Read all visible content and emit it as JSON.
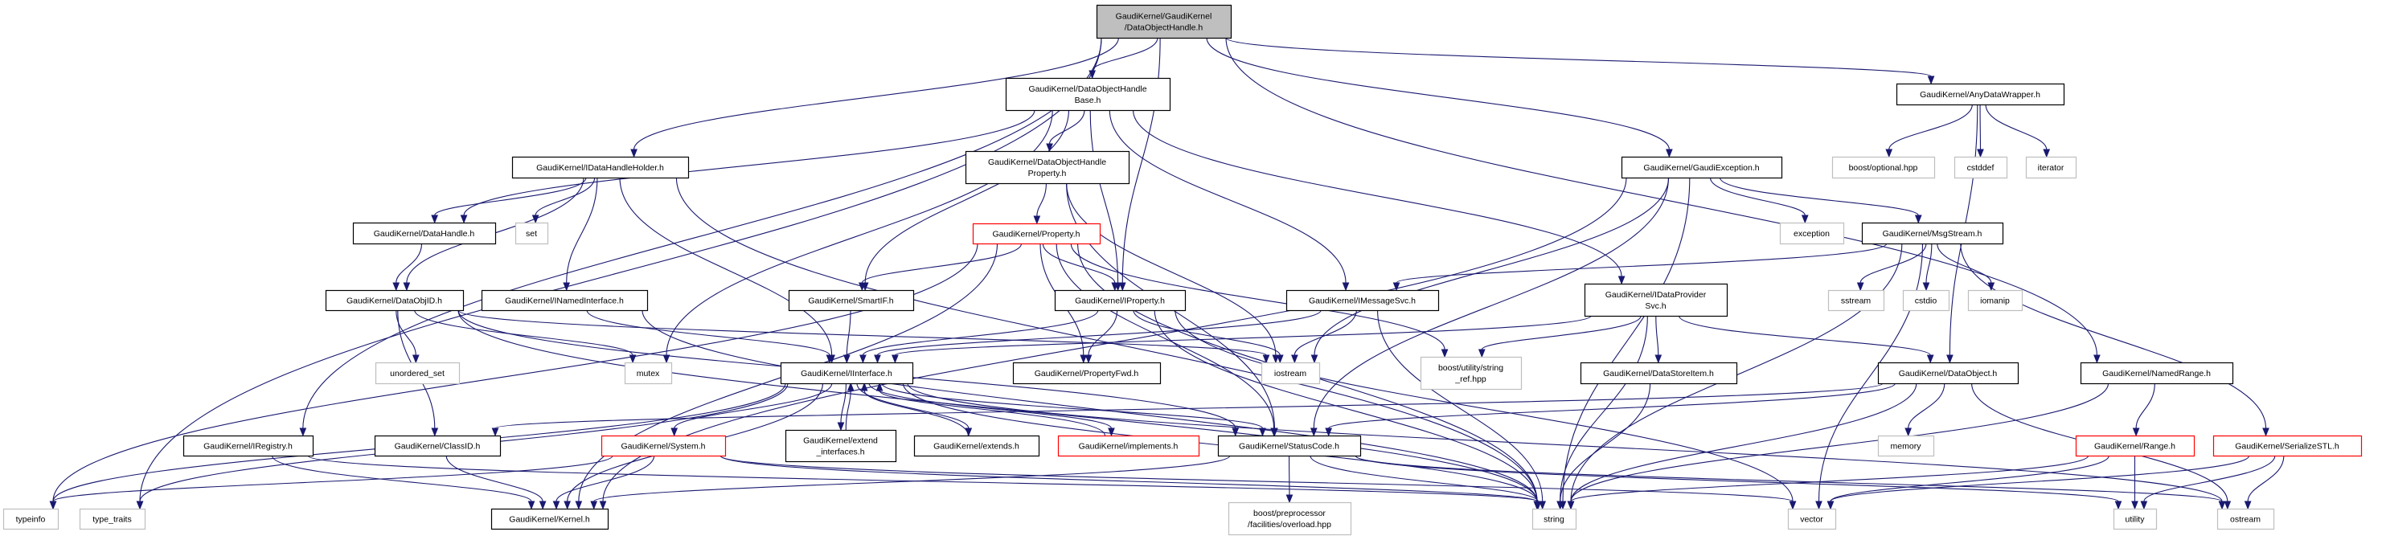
{
  "colors": {
    "edge": "#191970",
    "root_fill": "#bfbfbf",
    "internal_border": "#000000",
    "external_border": "#bfbfbf",
    "truncated_border": "#ff0000"
  },
  "nodes": [
    {
      "id": "root",
      "kind": "root",
      "lines": [
        "GaudiKernel/GaudiKernel",
        "/DataObjectHandle.h"
      ]
    },
    {
      "id": "dohbase",
      "kind": "internal",
      "lines": [
        "GaudiKernel/DataObjectHandle",
        "Base.h"
      ]
    },
    {
      "id": "dohprop",
      "kind": "internal",
      "lines": [
        "GaudiKernel/DataObjectHandle",
        "Property.h"
      ]
    },
    {
      "id": "property",
      "kind": "truncated",
      "lines": [
        "GaudiKernel/Property.h"
      ]
    },
    {
      "id": "idhh",
      "kind": "internal",
      "lines": [
        "GaudiKernel/IDataHandleHolder.h"
      ]
    },
    {
      "id": "datahandle",
      "kind": "internal",
      "lines": [
        "GaudiKernel/DataHandle.h"
      ]
    },
    {
      "id": "set",
      "kind": "external",
      "lines": [
        "set"
      ]
    },
    {
      "id": "gexc",
      "kind": "internal",
      "lines": [
        "GaudiKernel/GaudiException.h"
      ]
    },
    {
      "id": "adw",
      "kind": "internal",
      "lines": [
        "GaudiKernel/AnyDataWrapper.h"
      ]
    },
    {
      "id": "boostopt",
      "kind": "external",
      "lines": [
        "boost/optional.hpp"
      ]
    },
    {
      "id": "cstddef",
      "kind": "external",
      "lines": [
        "cstddef"
      ]
    },
    {
      "id": "iterator",
      "kind": "external",
      "lines": [
        "iterator"
      ]
    },
    {
      "id": "exception",
      "kind": "external",
      "lines": [
        "exception"
      ]
    },
    {
      "id": "msgstream",
      "kind": "internal",
      "lines": [
        "GaudiKernel/MsgStream.h"
      ]
    },
    {
      "id": "dataobjid",
      "kind": "internal",
      "lines": [
        "GaudiKernel/DataObjID.h"
      ]
    },
    {
      "id": "inamed",
      "kind": "internal",
      "lines": [
        "GaudiKernel/INamedInterface.h"
      ]
    },
    {
      "id": "smartif",
      "kind": "internal",
      "lines": [
        "GaudiKernel/SmartIF.h"
      ]
    },
    {
      "id": "iproperty",
      "kind": "internal",
      "lines": [
        "GaudiKernel/IProperty.h"
      ]
    },
    {
      "id": "imsgsvc",
      "kind": "internal",
      "lines": [
        "GaudiKernel/IMessageSvc.h"
      ]
    },
    {
      "id": "idps",
      "kind": "internal",
      "lines": [
        "GaudiKernel/IDataProvider",
        "Svc.h"
      ]
    },
    {
      "id": "sstream",
      "kind": "external",
      "lines": [
        "sstream"
      ]
    },
    {
      "id": "cstdio",
      "kind": "external",
      "lines": [
        "cstdio"
      ]
    },
    {
      "id": "iomanip",
      "kind": "external",
      "lines": [
        "iomanip"
      ]
    },
    {
      "id": "unordered_set",
      "kind": "external",
      "lines": [
        "unordered_set"
      ]
    },
    {
      "id": "mutex",
      "kind": "external",
      "lines": [
        "mutex"
      ]
    },
    {
      "id": "iinterface",
      "kind": "internal",
      "lines": [
        "GaudiKernel/IInterface.h"
      ]
    },
    {
      "id": "propfwd",
      "kind": "internal",
      "lines": [
        "GaudiKernel/PropertyFwd.h"
      ]
    },
    {
      "id": "iostream",
      "kind": "external",
      "lines": [
        "iostream"
      ]
    },
    {
      "id": "stringref",
      "kind": "external",
      "lines": [
        "boost/utility/string",
        "_ref.hpp"
      ]
    },
    {
      "id": "dsi",
      "kind": "internal",
      "lines": [
        "GaudiKernel/DataStoreItem.h"
      ]
    },
    {
      "id": "dataobject",
      "kind": "internal",
      "lines": [
        "GaudiKernel/DataObject.h"
      ]
    },
    {
      "id": "namedrange",
      "kind": "internal",
      "lines": [
        "GaudiKernel/NamedRange.h"
      ]
    },
    {
      "id": "iregistry",
      "kind": "internal",
      "lines": [
        "GaudiKernel/IRegistry.h"
      ]
    },
    {
      "id": "classid",
      "kind": "internal",
      "lines": [
        "GaudiKernel/ClassID.h"
      ]
    },
    {
      "id": "system",
      "kind": "truncated",
      "lines": [
        "GaudiKernel/System.h"
      ]
    },
    {
      "id": "extif",
      "kind": "internal",
      "lines": [
        "GaudiKernel/extend",
        "_interfaces.h"
      ]
    },
    {
      "id": "extends",
      "kind": "internal",
      "lines": [
        "GaudiKernel/extends.h"
      ]
    },
    {
      "id": "implements",
      "kind": "truncated",
      "lines": [
        "GaudiKernel/implements.h"
      ]
    },
    {
      "id": "statuscode",
      "kind": "internal",
      "lines": [
        "GaudiKernel/StatusCode.h"
      ]
    },
    {
      "id": "memory",
      "kind": "external",
      "lines": [
        "memory"
      ]
    },
    {
      "id": "range",
      "kind": "truncated",
      "lines": [
        "GaudiKernel/Range.h"
      ]
    },
    {
      "id": "serstl",
      "kind": "truncated",
      "lines": [
        "GaudiKernel/SerializeSTL.h"
      ]
    },
    {
      "id": "typeinfo",
      "kind": "external",
      "lines": [
        "typeinfo"
      ]
    },
    {
      "id": "type_traits",
      "kind": "external",
      "lines": [
        "type_traits"
      ]
    },
    {
      "id": "kernel",
      "kind": "internal",
      "lines": [
        "GaudiKernel/Kernel.h"
      ]
    },
    {
      "id": "boostpp",
      "kind": "external",
      "lines": [
        "boost/preprocessor",
        "/facilities/overload.hpp"
      ]
    },
    {
      "id": "string",
      "kind": "external",
      "lines": [
        "string"
      ]
    },
    {
      "id": "vector",
      "kind": "external",
      "lines": [
        "vector"
      ]
    },
    {
      "id": "utility",
      "kind": "external",
      "lines": [
        "utility"
      ]
    },
    {
      "id": "ostream",
      "kind": "external",
      "lines": [
        "ostream"
      ]
    }
  ],
  "edges": [
    [
      "root",
      "dohbase"
    ],
    [
      "root",
      "idhh"
    ],
    [
      "root",
      "iproperty"
    ],
    [
      "root",
      "gexc"
    ],
    [
      "root",
      "adw"
    ],
    [
      "root",
      "namedrange"
    ],
    [
      "root",
      "iregistry"
    ],
    [
      "root",
      "type_traits"
    ],
    [
      "dohbase",
      "datahandle"
    ],
    [
      "dohbase",
      "dohprop"
    ],
    [
      "dohbase",
      "smartif"
    ],
    [
      "dohbase",
      "mutex"
    ],
    [
      "dohbase",
      "iproperty"
    ],
    [
      "dohbase",
      "imsgsvc"
    ],
    [
      "dohbase",
      "idps"
    ],
    [
      "idhh",
      "datahandle"
    ],
    [
      "idhh",
      "set"
    ],
    [
      "idhh",
      "dataobjid"
    ],
    [
      "idhh",
      "inamed"
    ],
    [
      "idhh",
      "iinterface"
    ],
    [
      "idhh",
      "string"
    ],
    [
      "dohprop",
      "property"
    ],
    [
      "dohprop",
      "iostream"
    ],
    [
      "dohprop",
      "statuscode"
    ],
    [
      "property",
      "iproperty"
    ],
    [
      "property",
      "smartif"
    ],
    [
      "property",
      "propfwd"
    ],
    [
      "property",
      "typeinfo"
    ],
    [
      "property",
      "stringref"
    ],
    [
      "property",
      "string"
    ],
    [
      "property",
      "statuscode"
    ],
    [
      "property",
      "kernel"
    ],
    [
      "datahandle",
      "dataobjid"
    ],
    [
      "dataobjid",
      "unordered_set"
    ],
    [
      "dataobjid",
      "classid"
    ],
    [
      "dataobjid",
      "mutex"
    ],
    [
      "dataobjid",
      "iostream"
    ],
    [
      "dataobjid",
      "string"
    ],
    [
      "dataobjid",
      "statuscode"
    ],
    [
      "inamed",
      "iinterface"
    ],
    [
      "inamed",
      "string"
    ],
    [
      "smartif",
      "iinterface"
    ],
    [
      "iproperty",
      "iinterface"
    ],
    [
      "iproperty",
      "propfwd"
    ],
    [
      "iproperty",
      "iostream"
    ],
    [
      "iproperty",
      "string"
    ],
    [
      "iproperty",
      "vector"
    ],
    [
      "imsgsvc",
      "iinterface"
    ],
    [
      "imsgsvc",
      "iostream"
    ],
    [
      "imsgsvc",
      "string"
    ],
    [
      "gexc",
      "msgstream"
    ],
    [
      "gexc",
      "exception"
    ],
    [
      "gexc",
      "iostream"
    ],
    [
      "gexc",
      "string"
    ],
    [
      "gexc",
      "statuscode"
    ],
    [
      "gexc",
      "kernel"
    ],
    [
      "adw",
      "boostopt"
    ],
    [
      "adw",
      "cstddef"
    ],
    [
      "adw",
      "iterator"
    ],
    [
      "adw",
      "dataobject"
    ],
    [
      "msgstream",
      "imsgsvc"
    ],
    [
      "msgstream",
      "sstream"
    ],
    [
      "msgstream",
      "cstdio"
    ],
    [
      "msgstream",
      "iomanip"
    ],
    [
      "msgstream",
      "string"
    ],
    [
      "msgstream",
      "vector"
    ],
    [
      "msgstream",
      "serstl"
    ],
    [
      "idps",
      "iinterface"
    ],
    [
      "idps",
      "dataobject"
    ],
    [
      "idps",
      "dsi"
    ],
    [
      "idps",
      "stringref"
    ],
    [
      "idps",
      "string"
    ],
    [
      "dsi",
      "string"
    ],
    [
      "dataobject",
      "classid"
    ],
    [
      "dataobject",
      "statuscode"
    ],
    [
      "dataobject",
      "memory"
    ],
    [
      "dataobject",
      "string"
    ],
    [
      "dataobject",
      "ostream"
    ],
    [
      "namedrange",
      "range"
    ],
    [
      "namedrange",
      "string"
    ],
    [
      "range",
      "utility"
    ],
    [
      "range",
      "vector"
    ],
    [
      "range",
      "string"
    ],
    [
      "serstl",
      "utility"
    ],
    [
      "serstl",
      "ostream"
    ],
    [
      "serstl",
      "vector"
    ],
    [
      "iinterface",
      "extif"
    ],
    [
      "iinterface",
      "extends"
    ],
    [
      "iinterface",
      "implements"
    ],
    [
      "iinterface",
      "statuscode"
    ],
    [
      "iinterface",
      "system"
    ],
    [
      "iinterface",
      "kernel"
    ],
    [
      "iinterface",
      "typeinfo"
    ],
    [
      "iinterface",
      "type_traits"
    ],
    [
      "iinterface",
      "string"
    ],
    [
      "iinterface",
      "ostream"
    ],
    [
      "extif",
      "iinterface"
    ],
    [
      "extends",
      "iinterface"
    ],
    [
      "implements",
      "iinterface"
    ],
    [
      "statuscode",
      "boostpp"
    ],
    [
      "statuscode",
      "string"
    ],
    [
      "statuscode",
      "kernel"
    ],
    [
      "statuscode",
      "utility"
    ],
    [
      "statuscode",
      "ostream"
    ],
    [
      "system",
      "kernel"
    ],
    [
      "system",
      "typeinfo"
    ],
    [
      "system",
      "string"
    ],
    [
      "system",
      "vector"
    ],
    [
      "classid",
      "kernel"
    ],
    [
      "iregistry",
      "kernel"
    ],
    [
      "iregistry",
      "string"
    ]
  ]
}
